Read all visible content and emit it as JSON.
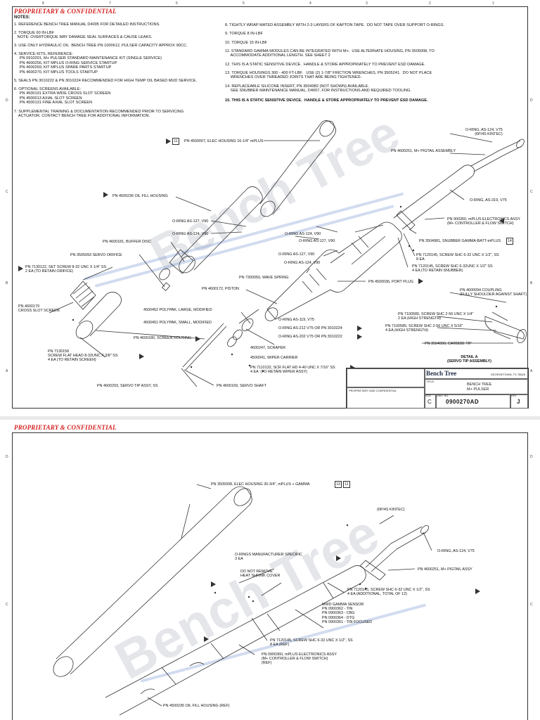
{
  "sheet1": {
    "banner": "PROPRIETARY & CONFIDENTIAL",
    "notes_title": "NOTES:",
    "notes_left": [
      "1. REFERENCE BENCH TREE MANUAL D4005 FOR DETAILED INSTRUCTIONS.",
      "2. TORQUE 60 IN-LBF\n   NOTE: OVERTORQUE MAY DAMAGE SEAL SURFACES & CAUSE LEAKS.",
      "3. USE ONLY HYDRAULIC OIL  BENCH TREE PN 1000612, PULSER CAPACITY APPROX 90CC.",
      "4. SERVICE KITS, REFERENCE:\n     PN 0910201, M+ PULSER STANDARD MAINTENANCE KIT (SINGLE SERVICE)\n     PN 4600256, KIT MPLUS O-RING SERVICE STARTUP\n     PN 4600269, KIT MPLUS SPARE PARTS STARTUP\n     PN 4600270, KIT MPLUS TOOLS STARTUP",
      "5. SEALS PN 3010222 & PN 3010224 RECOMMENDED FOR HIGH TEMP OIL BASED MUD SERVICE.",
      "6. OPTIONAL SCREENS AVAILABLE:\n     PN 4500191 EXTRA WIDE CROSS SLOT SCREEN\n     PN 4500013 AXIAL SLOT SCREEN\n     PN 4500131 FINE AXIAL SLOT SCREEN",
      "7. SUPPLEMENTAL TRAINING & DOCUMENTATION RECOMMENDED PRIOR TO SERVICING\n    ACTUATOR. CONTACT BENCH TREE FOR ADDITIONAL INFORMATION."
    ],
    "notes_right": [
      "8. TIGHTLY WRAP MATED ASSEMBLY WITH 2-3 LAYERS OF KAPTON TAPE.  DO NOT TAPE OVER SUPPORT O-RINGS.",
      "9. TORQUE 8 IN-LBF",
      "10. TORQUE 15 IN-LBF",
      "11. STANDARD GAMMA MODULES CAN BE INTEGRATED WITH M+.  USE ALTERNATE HOUSING, PN 3505008, TO\n     ACCOMMODATE ADDITIONAL LENGTH. SEE SHEET 2",
      "12. THIS IS A STATIC SENSITIVE DEVICE.  HANDLE & STORE APPROPRIATELY TO PREVENT ESD DAMAGE.",
      "13. TORQUE HOUSINGS 300 - 400 FT-LBF.   USE (2) 1-7/8\" FRICTION WRENCHES, PN 3505241.  DO NOT PLACE\n     WRENCHES OVER THREADED JOINTS THAT ARE BEING TIGHTENED.",
      "14. REPLACEABLE SILICONE INSERT, PN 3504982 (NOT SHOWN) AVAILABLE.\n     SEE SNUBBER MAINTENANCE MANUAL, D4007, FOR INSTRUCTIONS AND REQUIRED TOOLING.",
      "15. THIS IS A STATIC SENSITIVE DEVICE.  HANDLE & STORE APPROPRIATELY TO PREVENT ESD DAMAGE."
    ],
    "labels": {
      "elec_housing": "PN 4500007, ELEC HOUSING 16-1/4\" mPLUS",
      "oil_fill": "PN 4500236 OIL FILL HOUSING",
      "oring_127_v90_a": "O-RING AS-127, V90",
      "oring_124_v90_a": "O-RING AS-124, V90",
      "buffer_disc": "PN 4600181, BUFFER DISC",
      "servo_orifice": "PN 3505093 SERVO ORIFICE",
      "set_screw": "PN 7130122, SET SCREW 8-32 UNC X 1/4\" SS\n2 EA (TO RETAIN ORIFICE)",
      "cross_slot": "PN 4600179\nCROSS SLOT SCREEN",
      "screen_housing": "PN 4600180, SCREEN HOUSING",
      "screw_flat_head": "PN 7130158\nSCREW FLAT HEAD 8-32UNC X 3/8\" SS\n4 EA (TO RETAIN SCREEN)",
      "servo_tip": "PN 4600293, SERVO TIP ASSY, SS",
      "servo_shaft": "PN 4600169, SERVO SHAFT",
      "polypak_large": "4500452 POLYPAK, LARGE, MODIFIED",
      "polypak_small": "4500451 POLYPAK, SMALL, MODIFIED",
      "piston": "PN 4600172, PISTON",
      "wave_spring": "PN 7300050, WAVE SPRING",
      "oring_124_v90_b": "O-RING AS-124, V90",
      "oring_127_v90_b": "O-RING AS-127, V90",
      "oring_124_v90_c": "O-RING AS-124, V90",
      "oring_127_v90_c": "O-RING AS-127, V90",
      "oring_119": "O-RING AS-119, V75",
      "oring_212": "O-RING AS-212 V75 OR PN 3010224",
      "oring_202": "O-RING AS-202 V75 OR PN 3010222",
      "scraper": "4600247, SCRAPER",
      "wiper_carrier": "4500041, WIPER CARRIER",
      "scr_flat_hd": "PN 7110132, SCR FLAT HD 4-40 UNC X 7/16\" SS\n4 EA  (TO RETAIN WIPER ASSY)",
      "port_plug": "PN 4500036, PORT PLUG",
      "oring_124_v75": "O-RING, AS-124, V75\n(6P/4S KINTEC)",
      "pigtail": "PN 4600251, M+ PIGTAIL ASSEMBLY",
      "oring_319": "O-RING, AS-319, V75",
      "electronics": "PN 900360, mPLUS ELECTRONICS ASSY\n(M+ CONTROLLER & FLOW SWITCH)",
      "snubber": "PN 3504981, SNUBBER GAMMA-BATT-mPLUS",
      "screw_shc_8ea": "PN 7120145, SCREW SHC 6-32 UNC X 1/2\", SS\n8 EA",
      "screw_shc_4ea": "PN 7120145, SCREW SHC 6-32UNC X 1/2\" SS\n4 EA (TO RETAIN SNUBBER)",
      "coupling": "PN 4600094 COUPLING\n(FULLY SHOULDER AGAINST SHAFT)",
      "screw_2_56_a": "PN 7100580, SCREW SHC 2-56 UNC X 1/4\"\n2 EA (HIGH STRENGTH)",
      "screw_2_56_b": "PN 7100585, SCREW SHC 2-56 UNC X 5/16\"\n4 EA (HIGH STRENGTH)",
      "carbide_tip": "PN 3504990, CARBIDE TIP",
      "detail_a": "DETAIL A\n(SERVO TIP ASSEMBLY)"
    },
    "title_block": {
      "brand": "Bench Tree",
      "location": "GEORGETOWN, TX  78626",
      "title_line1": "BENCH TREE",
      "title_line2": "M+ PULSER",
      "size": "C",
      "dwg_no": "0900270AD",
      "rev": "J",
      "size_label": "SIZE",
      "dwg_label": "DWG. NO.",
      "rev_label": "REV",
      "title_label": "TITLE:",
      "proprietary_label": "PROPRIETARY AND CONFIDENTIAL"
    },
    "zones_top": [
      "8",
      "7",
      "6",
      "5",
      "4",
      "3",
      "2",
      "1"
    ],
    "zones_side": [
      "D",
      "C",
      "B",
      "A"
    ]
  },
  "sheet2": {
    "banner": "PROPRIETARY & CONFIDENTIAL",
    "labels": {
      "elec_housing_gamma": "PN 3505008, ELEC HOUSING 30-3/4\", mPLUS + GAMMA",
      "kintec": "(6P/4S KINTEC)",
      "oring_124_v75": "O-RING, AS-124, V75",
      "pigtail": "PN 4600251, M+ PIGTAIL ASSY",
      "orings_mfr": "O-RINGS MANUFACTURER SPECIFIC\n3 EA",
      "heat_shrink": "DO NOT REMOVE\nHEAT SHRINK COVER",
      "screw_shc_4ea": "PN 7120145, SCREW SHC 6-32 UNC X 1/2\", SS\n4 EA (ADDITIONAL, TOTAL OF 12)",
      "gamma_sensor": "MWD GAMMA SENSOR\nPN 0900362 - TIN\nPN 0900363 - CBG\nPN 0900364 - DTG\nPN 0900361 - TIN FOCUSED",
      "screw_shc_8ea": "PN 7120145, SCREW SHC 6-32 UNC X 1/2\", SS\n8 EA (REF)",
      "electronics_ref": "PN 0900360, mPLUS ELECTRONICS ASSY\n(M+ CONTROLLER & FLOW SWITCH)\n(REF)",
      "oil_fill_ref": "PN 4500236 OIL FILL HOUSING (REF)"
    }
  },
  "watermark": "Bench Tree"
}
